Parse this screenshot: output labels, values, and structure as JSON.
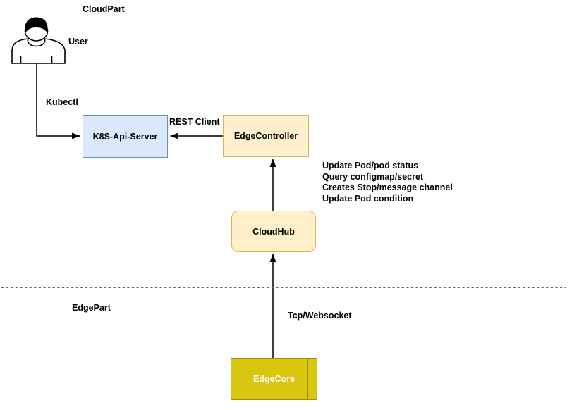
{
  "diagram": {
    "regions": {
      "cloud_part": "CloudPart",
      "edge_part": "EdgePart"
    },
    "actor": {
      "label": "User"
    },
    "edges": {
      "kubectl_label": "Kubectl",
      "rest_client_label": "REST Client",
      "tcp_websocket_label": "Tcp/Websocket"
    },
    "nodes": {
      "k8s_api_server": {
        "label": "K8S-Api-Server",
        "fill": "#dae8fc",
        "stroke": "#6c8ebf",
        "text": "#000000"
      },
      "edge_controller": {
        "label": "EdgeController",
        "fill": "#ffefca",
        "stroke": "#d6b656",
        "text": "#000000"
      },
      "cloud_hub": {
        "label": "CloudHub",
        "fill": "#ffefca",
        "stroke": "#d6b656",
        "text": "#000000"
      },
      "edge_core": {
        "label": "EdgeCore",
        "fill": "#d9c60e",
        "stroke": "#9e8e10",
        "text": "#ffffff"
      }
    },
    "annotation_lines": [
      "Update Pod/pod status",
      "Query configmap/secret",
      "Creates Stop/message channel",
      "Update Pod condition"
    ],
    "colors": {
      "arrow": "#000000",
      "separator": "#666666"
    }
  }
}
